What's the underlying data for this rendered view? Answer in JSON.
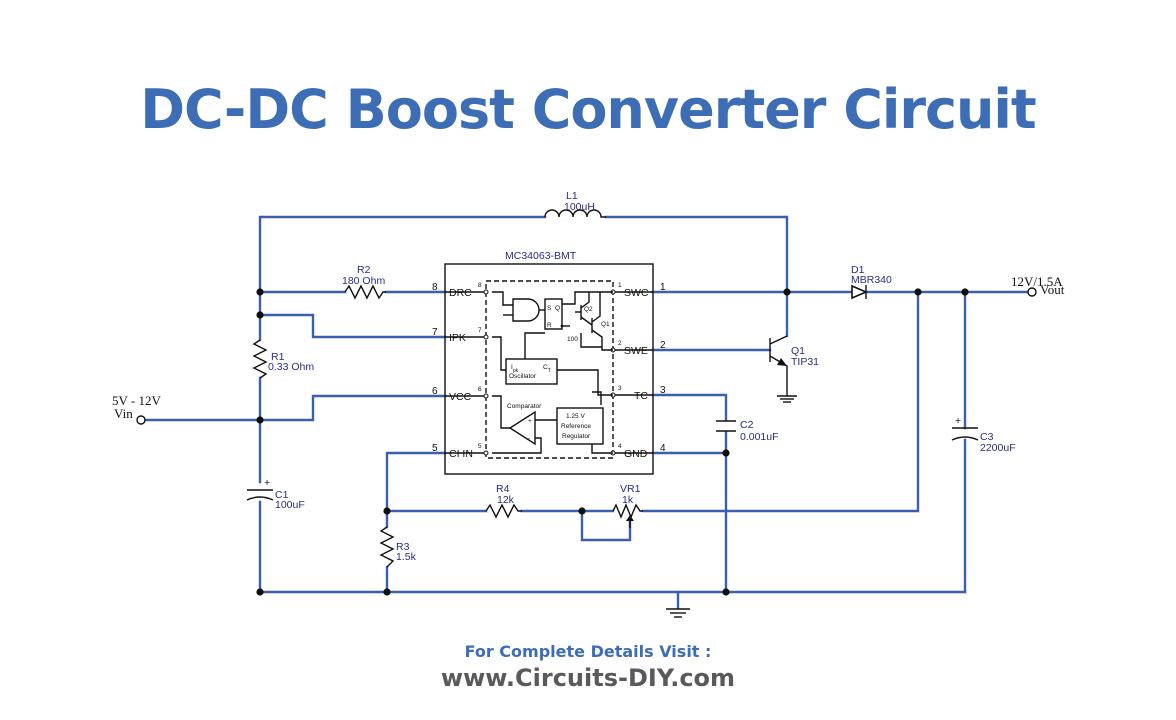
{
  "title": "DC-DC Boost Converter Circuit",
  "colors": {
    "title": "#3d6db5",
    "wire": "#3a5fae",
    "component_label": "#2a2a8c",
    "footer_line1": "#3d6db5",
    "footer_line2": "#5a5a5a"
  },
  "ic": {
    "name": "MC34063-BMT",
    "pins": [
      {
        "num": "8",
        "label": "DRC"
      },
      {
        "num": "7",
        "label": "IPK"
      },
      {
        "num": "6",
        "label": "VCC"
      },
      {
        "num": "5",
        "label": "CI IN"
      },
      {
        "num": "1",
        "label": "SWC"
      },
      {
        "num": "2",
        "label": "SWE"
      },
      {
        "num": "3",
        "label": "TC"
      },
      {
        "num": "4",
        "label": "GND"
      }
    ],
    "internal": {
      "latch_s": "S",
      "latch_q": "Q",
      "latch_r": "R",
      "q2": "Q2",
      "q1": "Q1",
      "resistor": "100",
      "ipk": "I",
      "ipk_sub": "pk",
      "oscillator": "Oscillator",
      "ct": "C",
      "ct_sub": "T",
      "comparator": "Comparator",
      "ref_line1": "1.25 V",
      "ref_line2": "Reference",
      "ref_line3": "Regulator"
    }
  },
  "components": {
    "L1": {
      "ref": "L1",
      "value": "100uH"
    },
    "R2": {
      "ref": "R2",
      "value": "180 Ohm"
    },
    "R1": {
      "ref": "R1",
      "value": "0.33 Ohm"
    },
    "C1": {
      "ref": "C1",
      "value": "100uF"
    },
    "R4": {
      "ref": "R4",
      "value": "12k"
    },
    "VR1": {
      "ref": "VR1",
      "value": "1k"
    },
    "R3": {
      "ref": "R3",
      "value": "1.5k"
    },
    "C2": {
      "ref": "C2",
      "value": "0.001uF"
    },
    "Q1": {
      "ref": "Q1",
      "value": "TIP31"
    },
    "D1": {
      "ref": "D1",
      "value": "MBR340"
    },
    "C3": {
      "ref": "C3",
      "value": "2200uF"
    }
  },
  "polarity_mark": "+",
  "input": {
    "range": "5V - 12V",
    "name": "Vin"
  },
  "output": {
    "rating": "12V/1.5A",
    "name": "Vout"
  },
  "footer": {
    "line1": "For Complete Details Visit :",
    "line2": "www.Circuits-DIY.com"
  }
}
